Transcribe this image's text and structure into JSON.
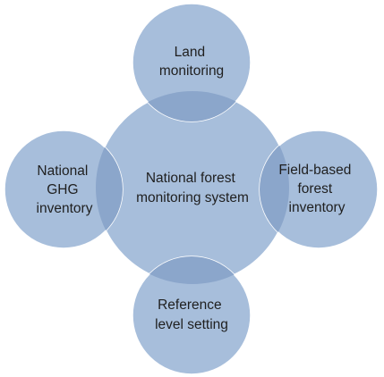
{
  "colors": {
    "circle_fill": "#a7bedb",
    "circle_edge": "#ffffff",
    "overlap_fill": "#8ba6cb",
    "text": "#1f1f1f"
  },
  "center": {
    "lines": [
      "National forest",
      "monitoring system"
    ]
  },
  "satellites": {
    "top": {
      "lines": [
        "Land",
        "monitoring"
      ]
    },
    "right": {
      "lines": [
        "Field-based",
        "forest",
        "inventory"
      ]
    },
    "bottom": {
      "lines": [
        "Reference",
        "level setting"
      ]
    },
    "left": {
      "lines": [
        "National",
        "GHG",
        "inventory"
      ]
    }
  }
}
